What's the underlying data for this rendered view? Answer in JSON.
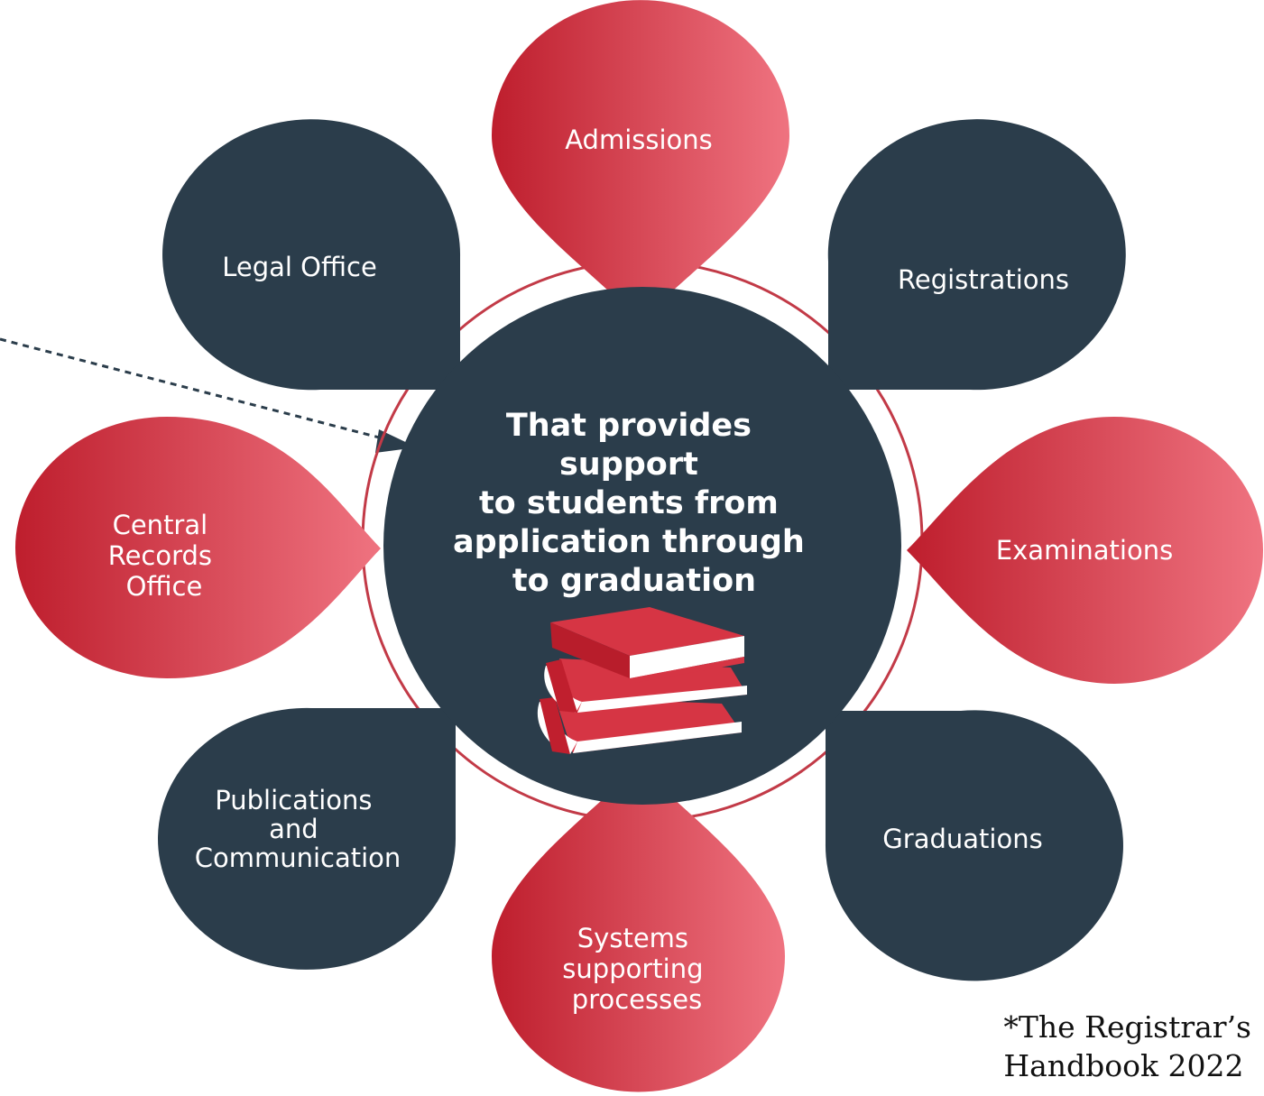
{
  "colors": {
    "navy": "#2b3d4b",
    "red_dark": "#be1e2d",
    "red_light": "#ef7380",
    "ring": "#c23a47"
  },
  "center": {
    "lines": [
      "That provides",
      "support",
      "to students from",
      "application through",
      "to graduation"
    ],
    "icon": "books-stack-icon"
  },
  "petals": {
    "admissions": {
      "lines": [
        "Admissions"
      ]
    },
    "registrations": {
      "lines": [
        "Registrations"
      ]
    },
    "examinations": {
      "lines": [
        "Examinations"
      ]
    },
    "graduations": {
      "lines": [
        "Graduations"
      ]
    },
    "systems": {
      "lines": [
        "Systems",
        "supporting",
        "processes"
      ]
    },
    "publications": {
      "lines": [
        "Publications",
        "and",
        "Communication"
      ]
    },
    "central_records": {
      "lines": [
        "Central",
        "Records",
        "Office"
      ]
    },
    "legal": {
      "lines": [
        "Legal Office"
      ]
    }
  },
  "citation": {
    "line1": "*The Registrar’s",
    "line2": "Handbook 2022"
  }
}
